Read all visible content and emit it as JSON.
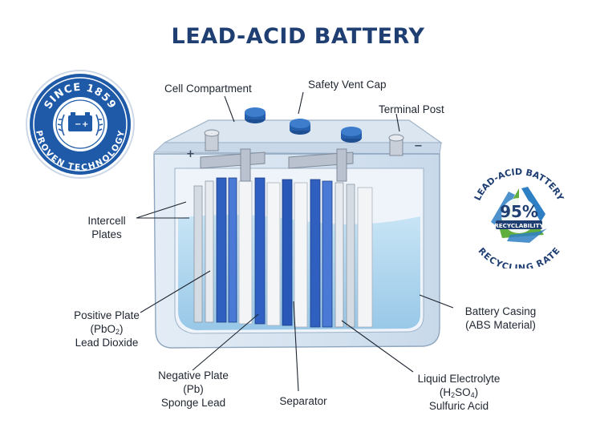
{
  "title": "LEAD-ACID BATTERY",
  "seal_left": {
    "top_text": "SINCE 1859",
    "bottom_text": "PROVEN TECHNOLOGY"
  },
  "badge_right": {
    "top_text": "LEAD-ACID BATTERY",
    "percent": "95%",
    "middle_text": "RECYCLABILITY",
    "bottom_text": "RECYCLING RATE"
  },
  "labels": {
    "cell_compartment": "Cell Compartment",
    "safety_vent_cap": "Safety Vent Cap",
    "terminal_post": "Terminal Post",
    "intercell": {
      "line1": "Intercell",
      "line2": "Plates"
    },
    "positive_plate": {
      "line1": "Positive Plate",
      "formula_main": "PbO",
      "formula_sub": "2",
      "line3": "Lead Dioxide"
    },
    "negative_plate": {
      "line1": "Negative Plate",
      "line2": "(Pb)",
      "line3": "Sponge Lead"
    },
    "separator": "Separator",
    "battery_casing": {
      "line1": "Battery Casing",
      "line2": "(ABS Material)"
    },
    "electrolyte": {
      "line1": "Liquid Electrolyte",
      "f_h": "H",
      "f_2": "2",
      "f_so": "SO",
      "f_4": "4",
      "line3": "Sulfuric Acid"
    }
  },
  "terminal_signs": {
    "positive": "+",
    "negative": "−"
  },
  "colors": {
    "title": "#1f3f73",
    "accent_blue": "#1e5aa8",
    "badge_green": "#5fae3e",
    "electrolyte": "#a9d4ee"
  }
}
